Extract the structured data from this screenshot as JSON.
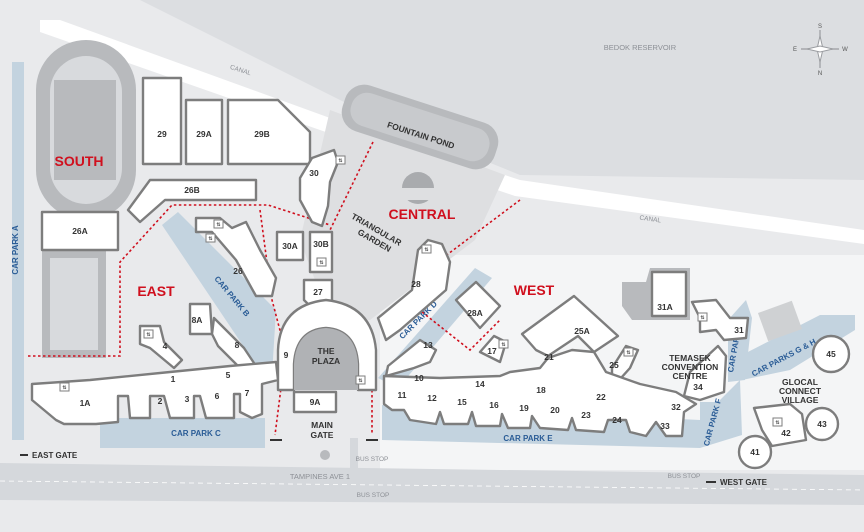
{
  "features": {
    "reservoir": "BEDOK RESERVOIR",
    "canal": "CANAL",
    "pond": "FOUNTAIN POND",
    "garden": "TRIANGULAR GARDEN",
    "plaza": "THE PLAZA",
    "road_main": "TAMPINES AVE 1",
    "bus_stop": "BUS STOP"
  },
  "compass": {
    "n": "N",
    "s": "S",
    "e": "E",
    "w": "W"
  },
  "zones": {
    "south": "SOUTH",
    "east": "EAST",
    "central": "CENTRAL",
    "west": "WEST"
  },
  "car_parks": {
    "a": "CAR PARK A",
    "b": "CAR PARK B",
    "c": "CAR PARK C",
    "d": "CAR PARK D",
    "e": "CAR PARK E",
    "f": "CAR PARK F",
    "gh": "CAR PARKS G & H",
    "i": "CAR PARK I"
  },
  "gates": {
    "east": "EAST GATE",
    "main_1": "MAIN",
    "main_2": "GATE",
    "west": "WEST GATE"
  },
  "blocks": {
    "b1": "1",
    "b1a": "1A",
    "b2": "2",
    "b3": "3",
    "b4": "4",
    "b5": "5",
    "b6": "6",
    "b7": "7",
    "b8": "8",
    "b8a": "8A",
    "b9": "9",
    "b9a": "9A",
    "b10": "10",
    "b11": "11",
    "b12": "12",
    "b13": "13",
    "b14": "14",
    "b15": "15",
    "b16": "16",
    "b17": "17",
    "b18": "18",
    "b19": "19",
    "b20": "20",
    "b21": "21",
    "b22": "22",
    "b23": "23",
    "b24": "24",
    "b25": "25",
    "b25a": "25A",
    "b26": "26",
    "b26a": "26A",
    "b26b": "26B",
    "b27": "27",
    "b28": "28",
    "b28a": "28A",
    "b29": "29",
    "b29a": "29A",
    "b29b": "29B",
    "b30": "30",
    "b30a": "30A",
    "b30b": "30B",
    "b31": "31",
    "b31a": "31A",
    "b32": "32",
    "b33": "33",
    "b34": "34",
    "b41": "41",
    "b42": "42",
    "b43": "43",
    "b45": "45"
  },
  "venues": {
    "tcc_1": "TEMASEK",
    "tcc_2": "CONVENTION",
    "tcc_3": "CENTRE",
    "gcv_1": "GLOCAL",
    "gcv_2": "CONNECT",
    "gcv_3": "VILLAGE"
  },
  "lift_icon": "lift-icon",
  "colors": {
    "building_stroke": "#7d7d7d",
    "zone_red": "#d0101e",
    "car_park_fill": "#c3d3df",
    "car_park_text": "#2a5c96",
    "road": "#d5d8dc"
  }
}
